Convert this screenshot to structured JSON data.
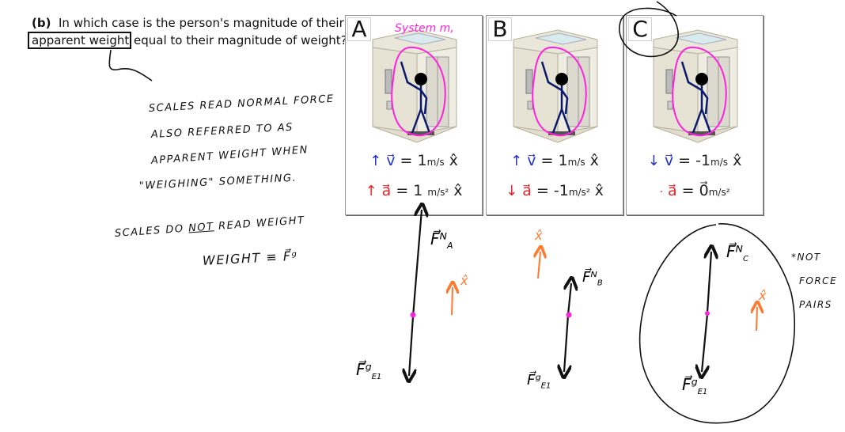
{
  "question": {
    "label": "(b)",
    "line1": "In which case is the person's magnitude of their",
    "boxed_phrase": "apparent weight",
    "line2_rest": "equal to their magnitude of weight?"
  },
  "notes": {
    "line1": "SCALES READ NORMAL FORCE",
    "line2": "ALSO REFERRED TO AS",
    "line3": "APPARENT WEIGHT WHEN",
    "line4": "\"WEIGHING\" SOMETHING.",
    "line5_pre": "SCALES DO",
    "line5_emph": "NOT",
    "line5_post": "READ WEIGHT",
    "line6": "WEIGHT ≡ F⃗ᵍ"
  },
  "panels": [
    {
      "letter": "A",
      "annotation": "System m,",
      "v_label": "v⃗",
      "v_value": "= 1",
      "v_unit": "m/s",
      "v_dir": "x̂",
      "v_arrow": "up",
      "a_label": "a⃗",
      "a_value": "= 1",
      "a_unit": "m/s²",
      "a_dir": "x̂",
      "a_arrow": "up"
    },
    {
      "letter": "B",
      "annotation": "",
      "v_label": "v⃗",
      "v_value": "= 1",
      "v_unit": "m/s",
      "v_dir": "x̂",
      "v_arrow": "up",
      "a_label": "a⃗",
      "a_value": "= -1",
      "a_unit": "m/s²",
      "a_dir": "x̂",
      "a_arrow": "down"
    },
    {
      "letter": "C",
      "annotation": "",
      "v_label": "v⃗",
      "v_value": "= -1",
      "v_unit": "m/s",
      "v_dir": "x̂",
      "v_arrow": "down",
      "a_label": "a⃗",
      "a_value": "= 0⃗",
      "a_unit": "m/s²",
      "a_dir": "",
      "a_arrow": "dot"
    }
  ],
  "diagrams": {
    "A": {
      "normal": "F⃗ᴺ",
      "normal_sub": "A",
      "grav": "F⃗ᵍ",
      "grav_sub": "E1",
      "axis": "x̂"
    },
    "B": {
      "normal": "F⃗ᴺ",
      "normal_sub": "B",
      "grav": "F⃗ᵍ",
      "grav_sub": "E1",
      "axis": "x̂"
    },
    "C": {
      "normal": "F⃗ᴺ",
      "normal_sub": "C",
      "grav": "F⃗ᵍ",
      "grav_sub": "E1",
      "axis": "x̂"
    }
  },
  "side_note": {
    "line1": "*NOT",
    "line2": "FORCE",
    "line3": "PAIRS"
  },
  "colors": {
    "ink": "#111111",
    "magenta": "#ff22dd",
    "orange": "#ff7a30",
    "velocity_blue": "#2233cc",
    "accel_red": "#e8262a",
    "panel_border": "#9a9a9a"
  }
}
